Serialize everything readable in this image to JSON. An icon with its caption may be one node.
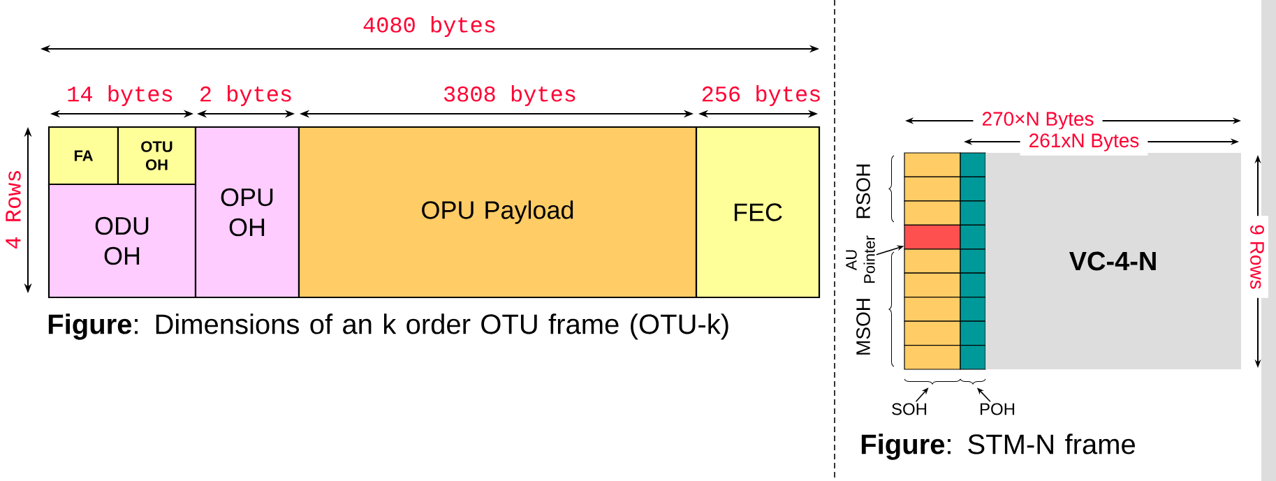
{
  "diagram": {
    "nodes": [
      {
        "text": [
          "FA"
        ]
      },
      {
        "text": [
          "OTU OH"
        ]
      },
      {
        "text": [
          "ODU OH"
        ]
      },
      {
        "text": [
          "OPU OH"
        ]
      },
      {
        "text": [
          "OPU Payload"
        ]
      },
      {
        "text": [
          "FEC"
        ]
      },
      {
        "text": [],
        "shape": "box"
      },
      {
        "text": [],
        "shape": "box"
      },
      {
        "text": [],
        "shape": "box"
      },
      {
        "text": [],
        "shape": "box"
      },
      {
        "text": [],
        "shape": "box"
      },
      {
        "text": [],
        "shape": "box"
      },
      {
        "text": [],
        "shape": "box"
      },
      {
        "text": [],
        "shape": "box"
      },
      {
        "text": [],
        "shape": "box"
      },
      {
        "text": [],
        "shape": "box"
      },
      {
        "text": [],
        "shape": "box"
      },
      {
        "text": [],
        "shape": "box"
      },
      {
        "text": [],
        "shape": "box"
      },
      {
        "text": [],
        "shape": "box"
      },
      {
        "text": [],
        "shape": "box"
      },
      {
        "text": [],
        "shape": "box"
      },
      {
        "text": [],
        "shape": "box"
      },
      {
        "text": [],
        "shape": "box"
      },
      {
        "text": [
          "VC-4-N"
        ]
      },
      {
        "text": [
          "AU Pointer"
        ]
      },
      {
        "text": [
          "SOH"
        ]
      },
      {
        "text": [
          "POH"
        ]
      },
      {
        "text": [],
        "shape": "brace"
      },
      {
        "text": [],
        "shape": "brace"
      }
    ],
    "edges": [
      {
        "from": 25,
        "to": 12,
        "arrow": "to"
      },
      {
        "from": 26,
        "to": 28,
        "arrow": "to"
      },
      {
        "from": 27,
        "to": 29,
        "arrow": "to"
      }
    ],
    "labels": [
      "4080 bytes",
      "14 bytes",
      "2 bytes",
      "3808 bytes",
      "256 bytes",
      "4 Rows",
      "**Figure**: Dimensions of an k order OTU frame (OTU-k)",
      "270×N Bytes",
      "261xN Bytes",
      "RSOH",
      "MSOH",
      "9 Rows",
      "**Figure**: STM-N frame"
    ]
  }
}
